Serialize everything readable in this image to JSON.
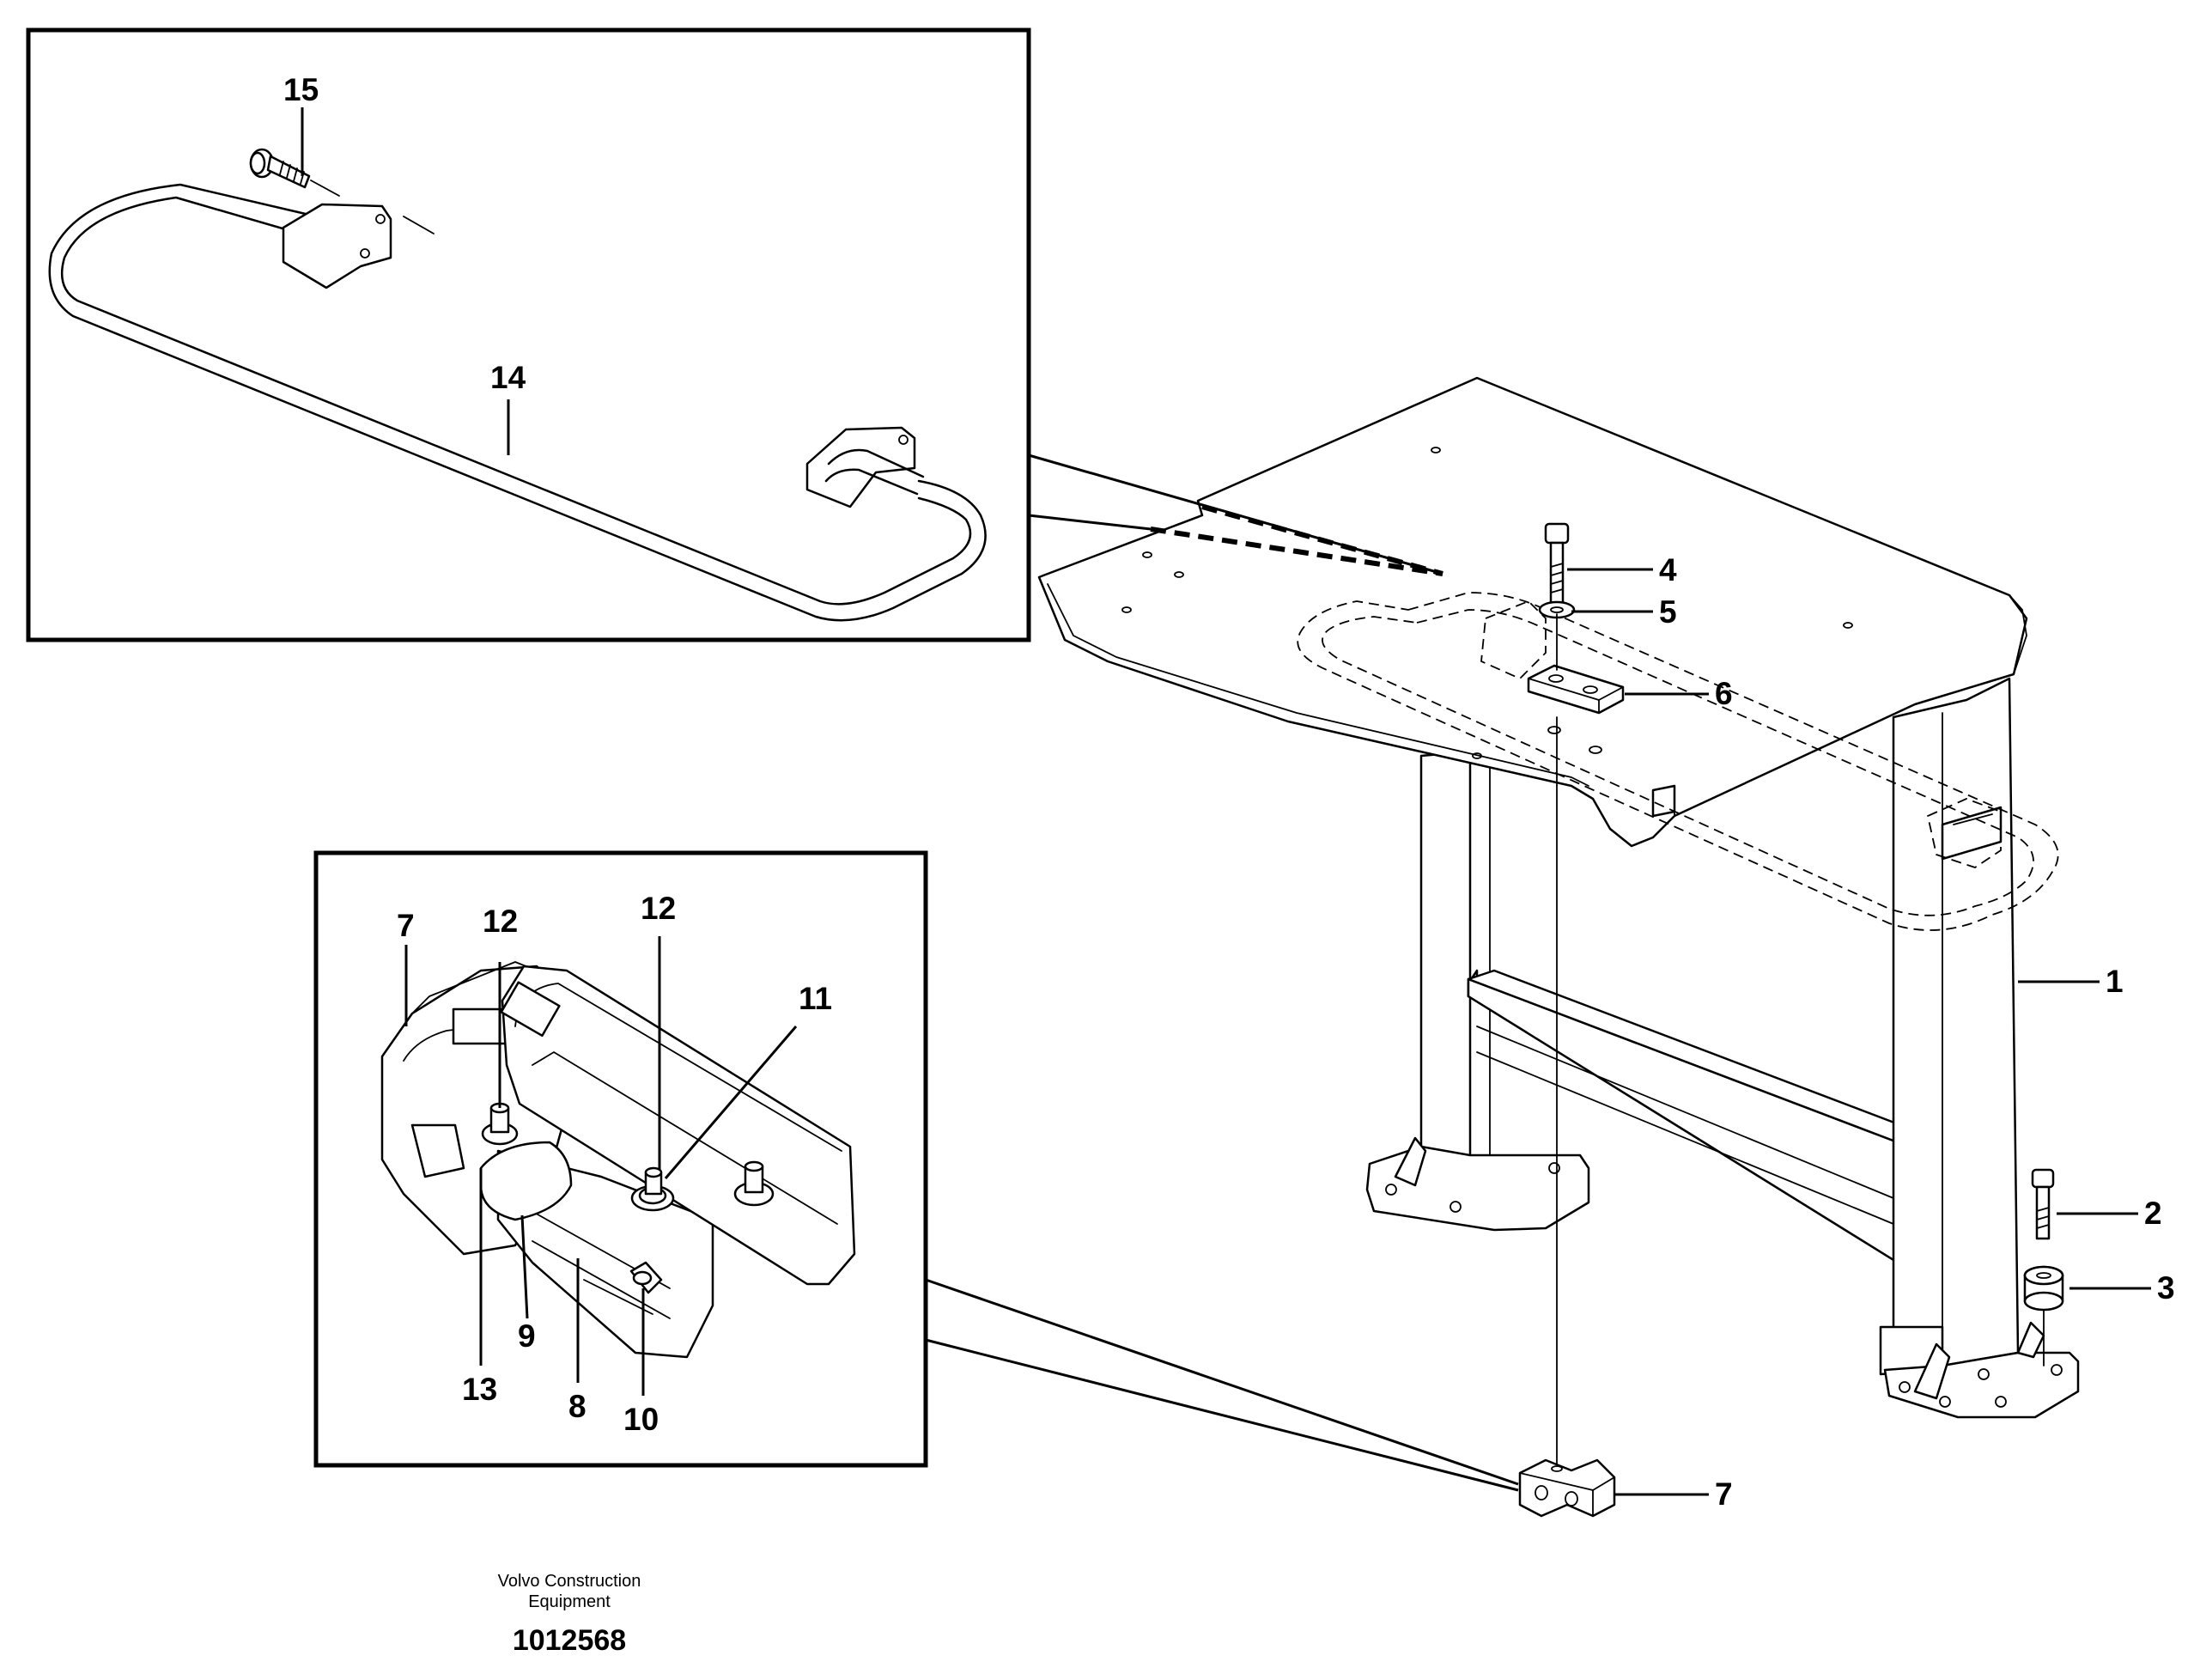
{
  "callouts": {
    "c1": "1",
    "c2": "2",
    "c3": "3",
    "c4": "4",
    "c5": "5",
    "c6": "6",
    "c7_main": "7",
    "c7_detail": "7",
    "c8": "8",
    "c9": "9",
    "c10": "10",
    "c11": "11",
    "c12_left": "12",
    "c12_right": "12",
    "c13": "13",
    "c14": "14",
    "c15": "15"
  },
  "footer": {
    "line1": "Volvo Construction",
    "line2": "Equipment",
    "drawing_number": "1012568"
  }
}
